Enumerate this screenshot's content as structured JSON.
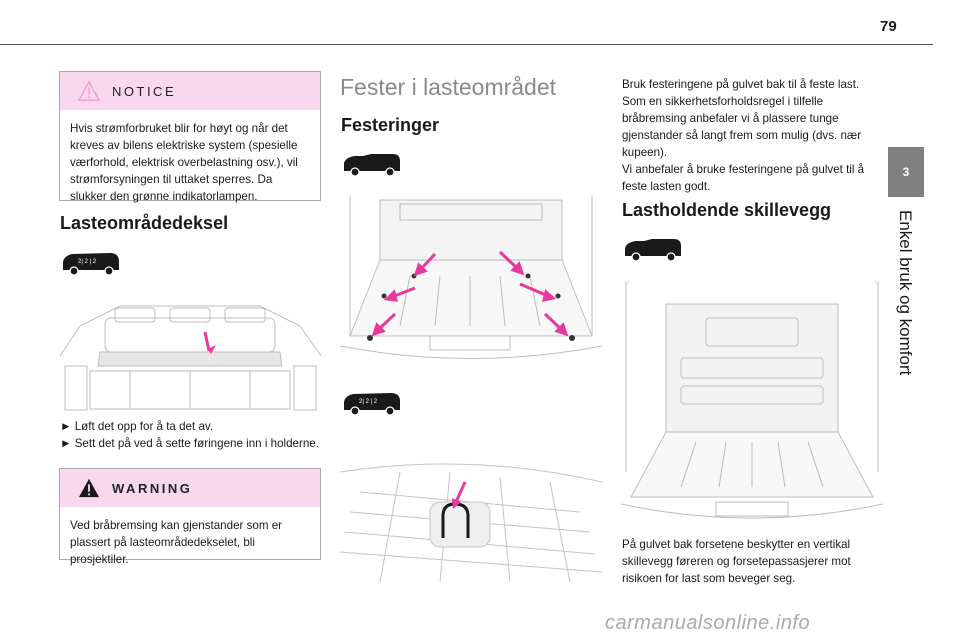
{
  "page": {
    "number": "79",
    "chapter_number": "3",
    "chapter_title": "Enkel bruk og komfort"
  },
  "notice": {
    "label": "NOTICE",
    "text": "Hvis strømforbruket blir for høyt og når det kreves av bilens elektriske system (spesielle værforhold, elektrisk overbelastning osv.), vil strømforsyningen til uttaket sperres. Da slukker den grønne indikatorlampen."
  },
  "cover": {
    "title": "Lasteområdedeksel",
    "steps": [
      "► Løft det opp for å ta det av.",
      "► Sett det på ved å sette føringene inn i holderne."
    ]
  },
  "warning": {
    "label": "WARNING",
    "text": "Ved bråbremsing kan gjenstander som er plassert på lasteområdedekselet, bli prosjektiler."
  },
  "fastening": {
    "section_title": "Fester i lasteområdet",
    "title": "Festeringer"
  },
  "right": {
    "para1": "Bruk festeringene på gulvet bak til å feste last. Som en sikkerhetsforholdsregel i tilfelle bråbremsing anbefaler vi å plassere tunge gjenstander så langt frem som mulig (dvs. nær kupeen).",
    "para2": "Vi anbefaler å bruke festeringene på gulvet til å feste lasten godt.",
    "title": "Lastholdende skillevegg",
    "caption": "På gulvet bak forsetene beskytter en vertikal skillevegg føreren og forsetepassasjerer mot risikoen for last som beveger seg."
  },
  "footer": {
    "watermark": "carmanualsonline.info"
  },
  "colors": {
    "accent": "#e5399e",
    "box_header": "#f9d7ef",
    "tab": "#808080"
  }
}
